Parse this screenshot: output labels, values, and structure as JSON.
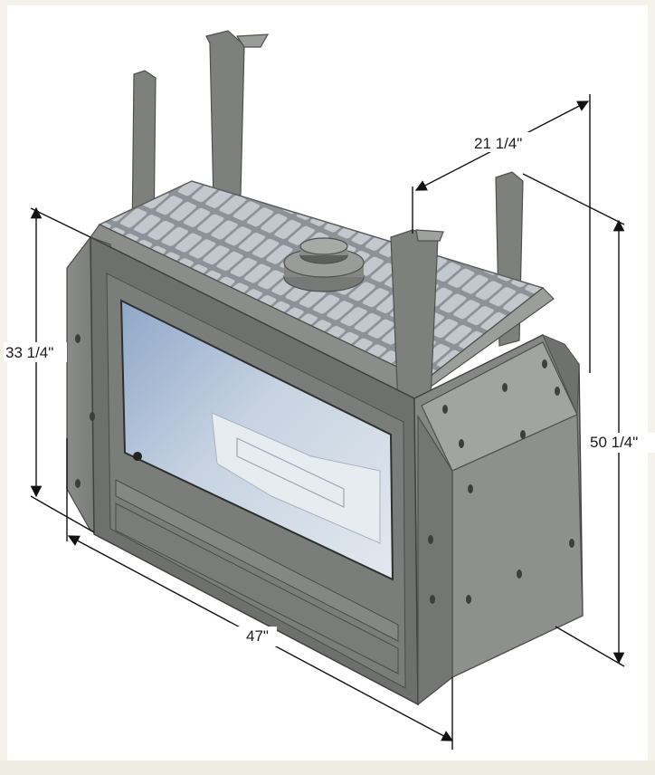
{
  "dimensions": {
    "depth": "21 1/4\"",
    "height_front": "33 1/4\"",
    "height_total": "50 1/4\"",
    "width": "47\""
  },
  "colors": {
    "page_background": "#f4f2ea",
    "panel_background": "#ffffff",
    "steel": "#7d7f7c",
    "steel_dark": "#4e504d",
    "steel_light": "#a3a5a1",
    "grid_tile": "#b7bdc4",
    "glass": "#c9d6e6",
    "dimension_line": "#111111"
  },
  "icons": [
    "fireplace-insert-drawing",
    "dimension-arrow"
  ]
}
